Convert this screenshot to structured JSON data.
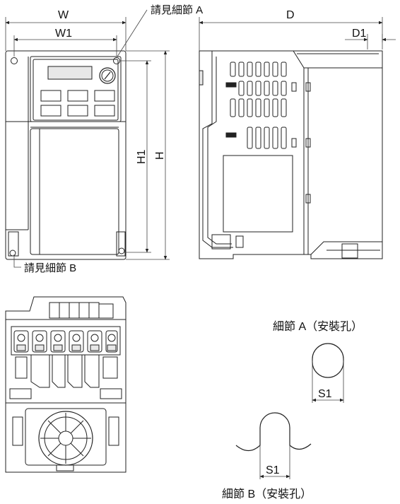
{
  "labels": {
    "w": "W",
    "w1": "W1",
    "h": "H",
    "h1": "H1",
    "d": "D",
    "d1": "D1",
    "s1_a": "S1",
    "s1_b": "S1",
    "see_detail_a": "請見細節 A",
    "see_detail_b": "請見細節 B",
    "detail_a_title": "細節 A（安裝孔）",
    "detail_b_title": "細節 B（安裝孔）"
  }
}
